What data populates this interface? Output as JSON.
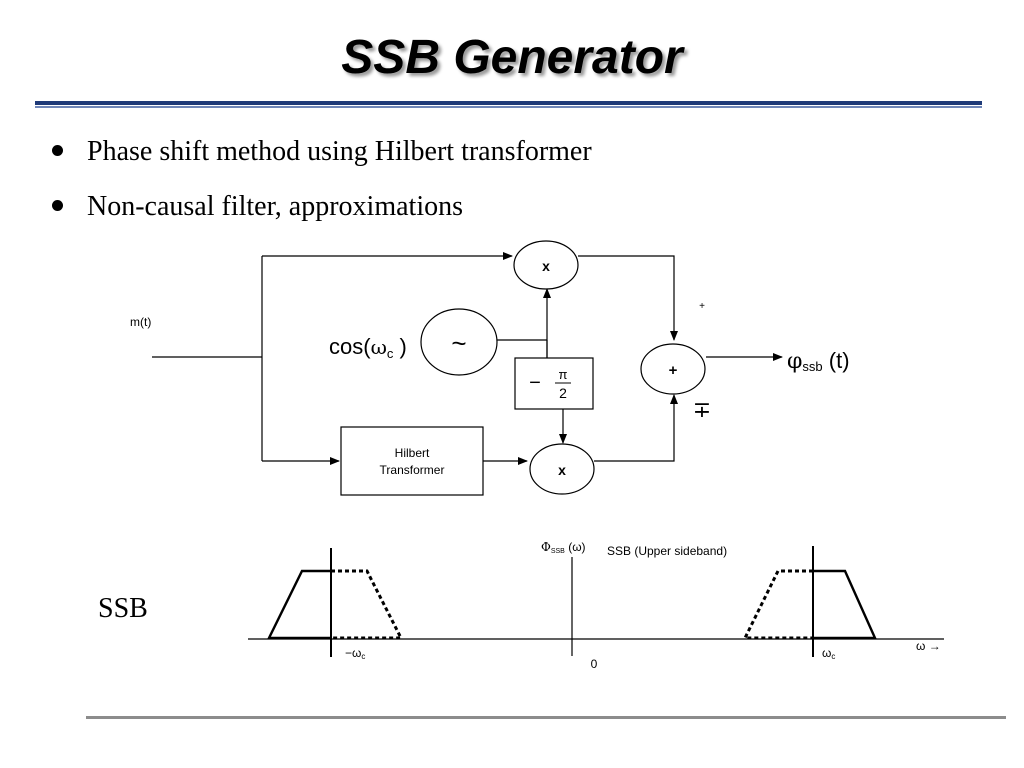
{
  "title": "SSB Generator",
  "bullets": [
    "Phase shift method using Hilbert transformer",
    "Non-causal filter, approximations"
  ],
  "diagram": {
    "input": "m(t)",
    "multiplier_top": "x",
    "multiplier_bottom": "x",
    "summer": "+",
    "oscillator_symbol": "~",
    "oscillator_label": "cos(ωc )",
    "oscillator_prefix": "cos(",
    "oscillator_omega": "ω",
    "oscillator_sub": "c",
    "oscillator_suffix": " )",
    "phase_shift": {
      "sign": "−",
      "numerator": "π",
      "denominator": "2"
    },
    "hilbert_line1": "Hilbert",
    "hilbert_line2": "Transformer",
    "sign_top": "+",
    "sign_bottom": "∓",
    "output_phi": "φ",
    "output_sub": "ssb",
    "output_suffix": " (t)"
  },
  "spectrum": {
    "label": "SSB",
    "ylabel_phi": "Φ",
    "ylabel_sub": "SSB",
    "ylabel_suffix": " (ω)",
    "caption": "SSB (Upper sideband)",
    "tick_neg": "−ωc",
    "tick_neg_prefix": "−ω",
    "tick_neg_sub": "c",
    "tick_zero": "0",
    "tick_pos_omega": "ω",
    "tick_pos_sub": "c",
    "axis_label": "ω →"
  }
}
